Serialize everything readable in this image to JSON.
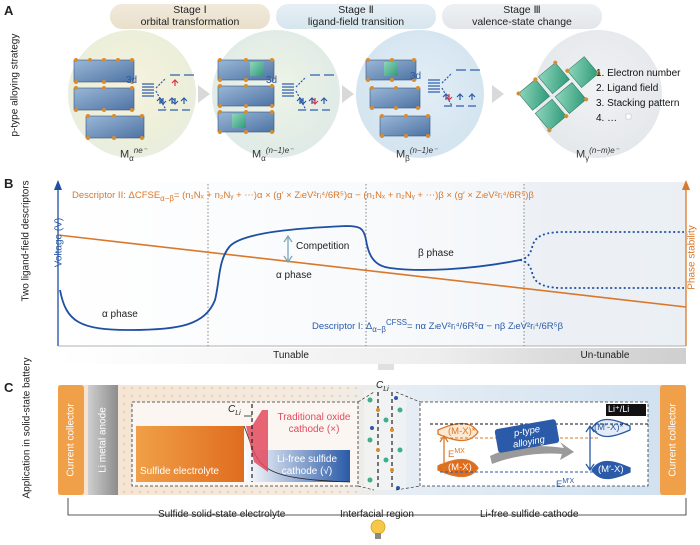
{
  "panels": {
    "a": "A",
    "b": "B",
    "c": "C"
  },
  "panel_a": {
    "side_label": "p-type alloying strategy",
    "stages": [
      {
        "title": "Stage Ⅰ",
        "subtitle": "orbital transformation"
      },
      {
        "title": "Stage Ⅱ",
        "subtitle": "ligand-field transition"
      },
      {
        "title": "Stage Ⅲ",
        "subtitle": "valence-state change"
      }
    ],
    "orbital_label": "3d",
    "list_items": [
      "1. Electron number",
      "2. Ligand field",
      "3. Stacking pattern",
      "4. …"
    ],
    "states": [
      {
        "base": "M",
        "sub": "α",
        "sup": "ne⁻"
      },
      {
        "base": "M",
        "sub": "α",
        "sup": "(n−1)e⁻"
      },
      {
        "base": "M",
        "sub": "β",
        "sup": "(n−1)e⁻"
      },
      {
        "base": "M",
        "sub": "γ",
        "sup": "(n−m)e⁻"
      }
    ],
    "colors": {
      "orbital": "#2a5aa8",
      "spin_red": "#d9344a",
      "crystal": "#5b84b3",
      "ligand": "#d98c2e",
      "green": "#3fae8b"
    }
  },
  "panel_b": {
    "side_label": "Two ligand-field descriptors",
    "left_axis": "Voltage (V)",
    "right_axis": "Phase stability",
    "descriptor2_name": "Descriptor II: ΔCFSE",
    "descriptor2_sub": "α−β",
    "descriptor2_rest": "= (n₁Nₓ + n₂Nᵧ + ⋯)α × (g′ × ZₗeV²rᵢ⁴/6R⁵)α − (n₁Nₓ + n₂Nᵧ + ⋯)β × (g′ × ZₗeV²rᵢ⁴/6R⁵)β",
    "descriptor1_name": "Descriptor I: Δ",
    "descriptor1_sub": "α−β",
    "descriptor1_sup": "CFSS",
    "descriptor1_rest": "= nα ZₗeV²rᵢ⁴/6R⁵α − nβ ZₗeV²rᵢ⁴/6R⁵β",
    "labels": {
      "alpha1": "α phase",
      "alpha2": "α phase",
      "beta": "β phase",
      "competition": "Competition"
    },
    "bands": {
      "tunable": "Tunable",
      "untunable": "Un-tunable"
    },
    "colors": {
      "voltage": "#1f4fa3",
      "stability": "#d9782b"
    }
  },
  "panel_c": {
    "side_label": "Application in solid-state battery",
    "current_collector_left": "Current collector",
    "current_collector_right": "Current collector",
    "anode": "Li metal anode",
    "cli_label": "C",
    "cli_sub": "Li",
    "traditional": "Traditional oxide cathode (×)",
    "sulfide_electrolyte_inner": "Sulfide electrolyte",
    "li_free_inner": "Li-free sulfide cathode (√)",
    "li_ref": "Li⁺/Li",
    "mx_star": "(M-X)*",
    "mx": "(M-X)",
    "mpx_star": "(M′-X)*",
    "mpx": "(M′-X)",
    "e_mx": "E",
    "e_mx_sup": "MX",
    "e_mx2_sup": "M′X",
    "alloying": "p-type alloying",
    "bottom": {
      "left": "Sulfide solid-state electrolyte",
      "middle": "Interfacial region",
      "right": "Li-free sulfide cathode"
    }
  }
}
